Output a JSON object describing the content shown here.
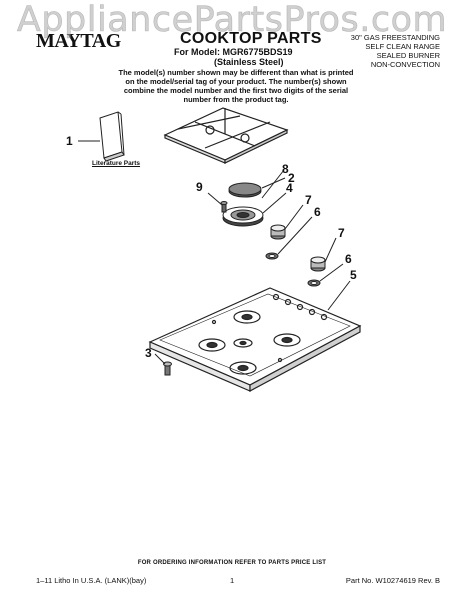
{
  "watermark": "AppliancePartsPros.com",
  "header": {
    "brand": "MAYTAG",
    "title": "COOKTOP PARTS",
    "model_line": "For Model: MGR6775BDS19",
    "finish": "(Stainless Steel)",
    "spec_lines": [
      "30\" GAS FREESTANDING",
      "SELF CLEAN RANGE",
      "SEALED BURNER",
      "NON-CONVECTION"
    ]
  },
  "notice": "The model(s) number shown may be different than what is printed on the model/serial tag of your product. The number(s) shown combine the model number and the first two digits of the serial number from the product tag.",
  "literature_label": "Literature Parts",
  "callouts": {
    "c1": "1",
    "c2": "2",
    "c3": "3",
    "c4": "4",
    "c5": "5",
    "c6a": "6",
    "c6b": "6",
    "c7a": "7",
    "c7b": "7",
    "c8": "8",
    "c9": "9"
  },
  "footer": {
    "ordering": "FOR ORDERING INFORMATION REFER TO PARTS PRICE LIST",
    "left": "1–11 Litho In U.S.A. (LANK)(bay)",
    "page": "1",
    "right": "Part No. W10274619 Rev. B"
  }
}
